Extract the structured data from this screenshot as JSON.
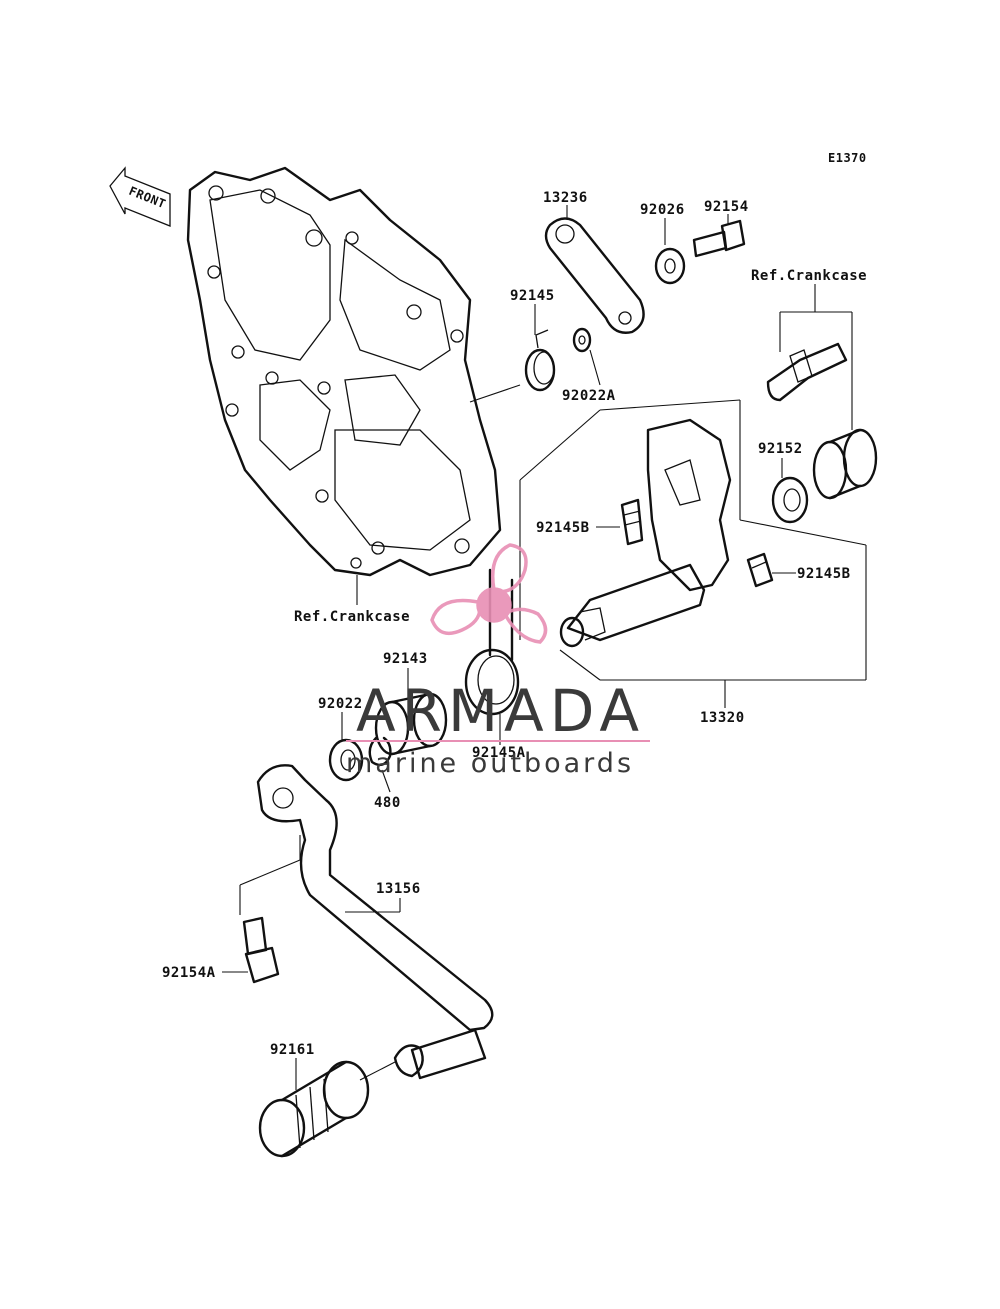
{
  "diagram_code": "E1370",
  "front_label": "FRONT",
  "parts": {
    "p13236": "13236",
    "p92154": "92154",
    "p92026": "92026",
    "p92145": "92145",
    "p92022A": "92022A",
    "p92152": "92152",
    "p92145B_left": "92145B",
    "p92145B_right": "92145B",
    "p92143": "92143",
    "p92022": "92022",
    "p92145A": "92145A",
    "p480": "480",
    "p13320": "13320",
    "p13156": "13156",
    "p92154A": "92154A",
    "p92161": "92161"
  },
  "refs": {
    "crankcase_top": "Ref.Crankcase",
    "crankcase_left": "Ref.Crankcase"
  },
  "watermark": {
    "brand": "ARMADA",
    "tagline": "marine outboards",
    "color_pink": "#e88fb4"
  }
}
